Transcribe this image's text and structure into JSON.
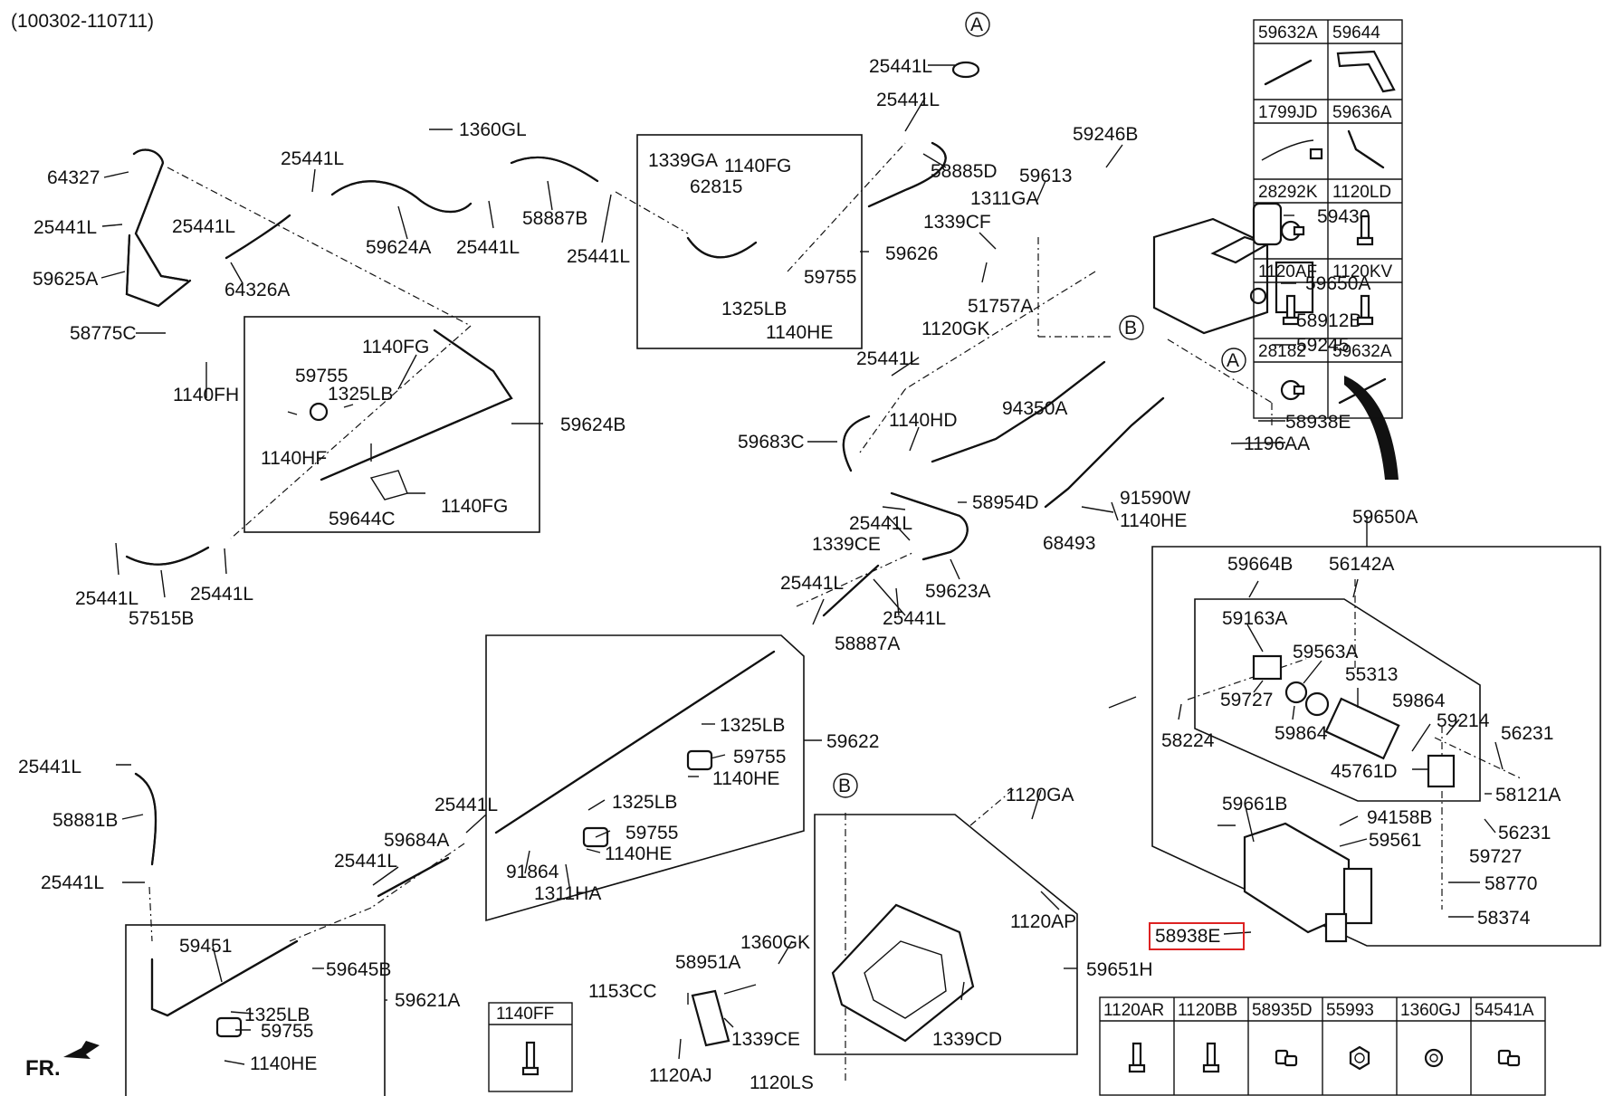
{
  "header_code": "(100302-110711)",
  "fr_label": "FR.",
  "letters": {
    "a1": "A",
    "a2": "A",
    "b1": "B",
    "b2": "B"
  },
  "labels": {
    "l_64327": "64327",
    "l_25441L_a": "25441L",
    "l_59625A": "59625A",
    "l_58775C": "58775C",
    "l_1140FH": "1140FH",
    "l_25441L_b": "25441L",
    "l_64326A": "64326A",
    "l_25441L_c": "25441L",
    "l_59624A": "59624A",
    "l_1360GL": "1360GL",
    "l_25441L_d": "25441L",
    "l_58887B": "58887B",
    "l_25441L_e": "25441L",
    "l_1339GA": "1339GA",
    "l_1140FG_a": "1140FG",
    "l_62815": "62815",
    "l_59755_a": "59755",
    "l_1325LB_a": "1325LB",
    "l_1140HE_a": "1140HE",
    "l_59626": "59626",
    "l_25441L_f": "25441L",
    "l_25441L_g": "25441L",
    "l_58885D": "58885D",
    "l_59613": "59613",
    "l_59246B": "59246B",
    "l_1311GA": "1311GA",
    "l_1339CF": "1339CF",
    "l_51757A": "51757A",
    "l_1120GK": "1120GK",
    "l_59430": "59430",
    "l_59650A_a": "59650A",
    "l_58912B": "58912B",
    "l_59245": "59245",
    "l_1140FG_b": "1140FG",
    "l_59755_b": "59755",
    "l_1325LB_b": "1325LB",
    "l_1140HF": "1140HF",
    "l_59624B": "59624B",
    "l_59644C": "59644C",
    "l_1140FG_c": "1140FG",
    "l_25441L_h": "25441L",
    "l_25441L_i": "25441L",
    "l_57515B": "57515B",
    "l_25441L_j": "25441L",
    "l_59683C": "59683C",
    "l_1140HD": "1140HD",
    "l_94350A": "94350A",
    "l_58938E_a": "58938E",
    "l_1196AA": "1196AA",
    "l_58954D": "58954D",
    "l_25441L_k": "25441L",
    "l_1339CE_a": "1339CE",
    "l_91590W": "91590W",
    "l_1140HE_b": "1140HE",
    "l_68493": "68493",
    "l_59623A": "59623A",
    "l_25441L_l": "25441L",
    "l_25441L_m": "25441L",
    "l_58887A": "58887A",
    "l_59650A_b": "59650A",
    "l_59664B": "59664B",
    "l_56142A": "56142A",
    "l_59163A": "59163A",
    "l_59563A": "59563A",
    "l_55313": "55313",
    "l_59864_a": "59864",
    "l_59727_a": "59727",
    "l_58224": "58224",
    "l_59864_b": "59864",
    "l_59214": "59214",
    "l_56231_a": "56231",
    "l_45761D": "45761D",
    "l_58121A": "58121A",
    "l_59661B": "59661B",
    "l_94158B": "94158B",
    "l_59561": "59561",
    "l_56231_b": "56231",
    "l_59727_b": "59727",
    "l_58770": "58770",
    "l_58374": "58374",
    "l_58938E_b": "58938E",
    "l_1325LB_c": "1325LB",
    "l_59622": "59622",
    "l_59755_c": "59755",
    "l_1140HE_c": "1140HE",
    "l_25441L_n": "25441L",
    "l_1325LB_d": "1325LB",
    "l_59755_d": "59755",
    "l_59684A": "59684A",
    "l_1140HE_d": "1140HE",
    "l_91864": "91864",
    "l_1311HA": "1311HA",
    "l_25441L_o": "25441L",
    "l_25441L_p": "25441L",
    "l_58881B": "58881B",
    "l_25441L_q": "25441L",
    "l_59451": "59451",
    "l_59645B": "59645B",
    "l_1325LB_e": "1325LB",
    "l_59755_e": "59755",
    "l_59621A": "59621A",
    "l_1140HE_e": "1140HE",
    "l_1120GA": "1120GA",
    "l_1120AP": "1120AP",
    "l_1360GK": "1360GK",
    "l_58951A": "58951A",
    "l_1153CC": "1153CC",
    "l_1339CE_b": "1339CE",
    "l_1339CD": "1339CD",
    "l_59651H": "59651H",
    "l_1120AJ": "1120AJ",
    "l_1120LS": "1120LS"
  },
  "right_table": {
    "headers": [
      "59632A",
      "59644",
      "1799JD",
      "59636A",
      "28292K",
      "1120LD",
      "1120AF",
      "1120KV",
      "28182",
      "59632A"
    ],
    "icons": [
      "hose-icon",
      "bracket-icon",
      "harness-icon",
      "elbow-hose-icon",
      "clamp-icon",
      "bolt-icon",
      "bolt-icon",
      "bolt-icon",
      "clamp-icon",
      "hose-icon"
    ]
  },
  "single_box": {
    "header": "1140FF",
    "icon": "bolt-icon"
  },
  "bottom_table": {
    "headers": [
      "1120AR",
      "1120BB",
      "58935D",
      "55993",
      "1360GJ",
      "54541A"
    ],
    "icons": [
      "bolt-icon",
      "bolt-icon",
      "elbow-fitting-icon",
      "nut-icon",
      "washer-icon",
      "elbow-fitting-icon"
    ]
  },
  "highlight_color": "#d22222"
}
